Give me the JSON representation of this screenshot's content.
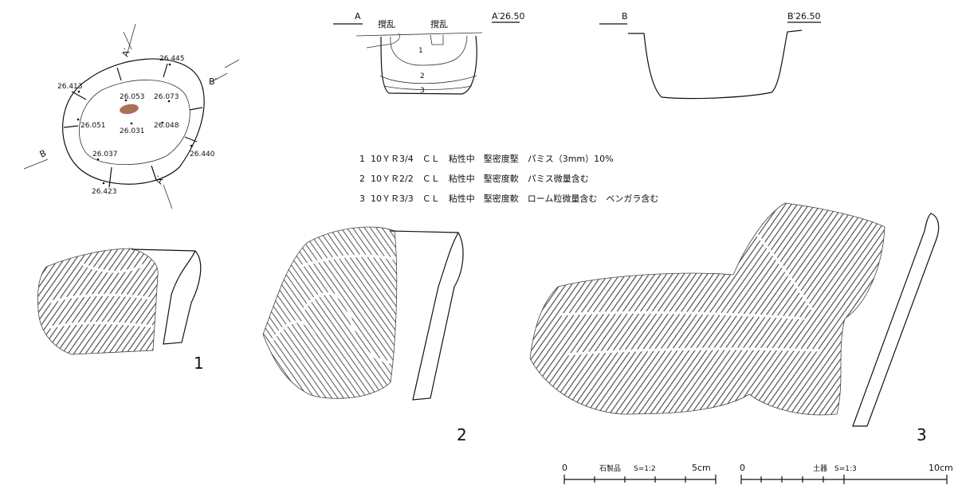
{
  "plan": {
    "elevations": [
      "26.445",
      "26.413",
      "26.053",
      "26.073",
      "26.051",
      "26.031",
      "26.048",
      "26.037",
      "26.440",
      "26.423"
    ],
    "section_marks": [
      "A",
      "A′",
      "B",
      "B′"
    ]
  },
  "section_a": {
    "label_left": "A",
    "label_right": "A′26.50",
    "disturbance_labels": [
      "撹乱",
      "撹乱"
    ],
    "layer_numbers": [
      "1",
      "2",
      "3"
    ]
  },
  "section_b": {
    "label_left": "B",
    "label_right": "B′26.50"
  },
  "layers": [
    {
      "num": "1",
      "text": "10ＹＲ3/4　ＣＬ　粘性中　堅密度堅　パミス（3mm）10%"
    },
    {
      "num": "2",
      "text": "10ＹＲ2/2　ＣＬ　粘性中　堅密度軟　パミス微量含む"
    },
    {
      "num": "3",
      "text": "10ＹＲ3/3　ＣＬ　粘性中　堅密度軟　ローム粒微量含む　ベンガラ含む"
    }
  ],
  "artifacts": [
    "1",
    "2",
    "3"
  ],
  "scale_stone": {
    "start": "0",
    "title": "石製品",
    "ratio": "S=1:2",
    "end": "5cm"
  },
  "scale_pottery": {
    "start": "0",
    "title": "土器",
    "ratio": "S=1:3",
    "end": "10cm"
  },
  "colors": {
    "bengara": "#a9705a",
    "line": "#111111",
    "sherd": "#2a2a2a"
  }
}
